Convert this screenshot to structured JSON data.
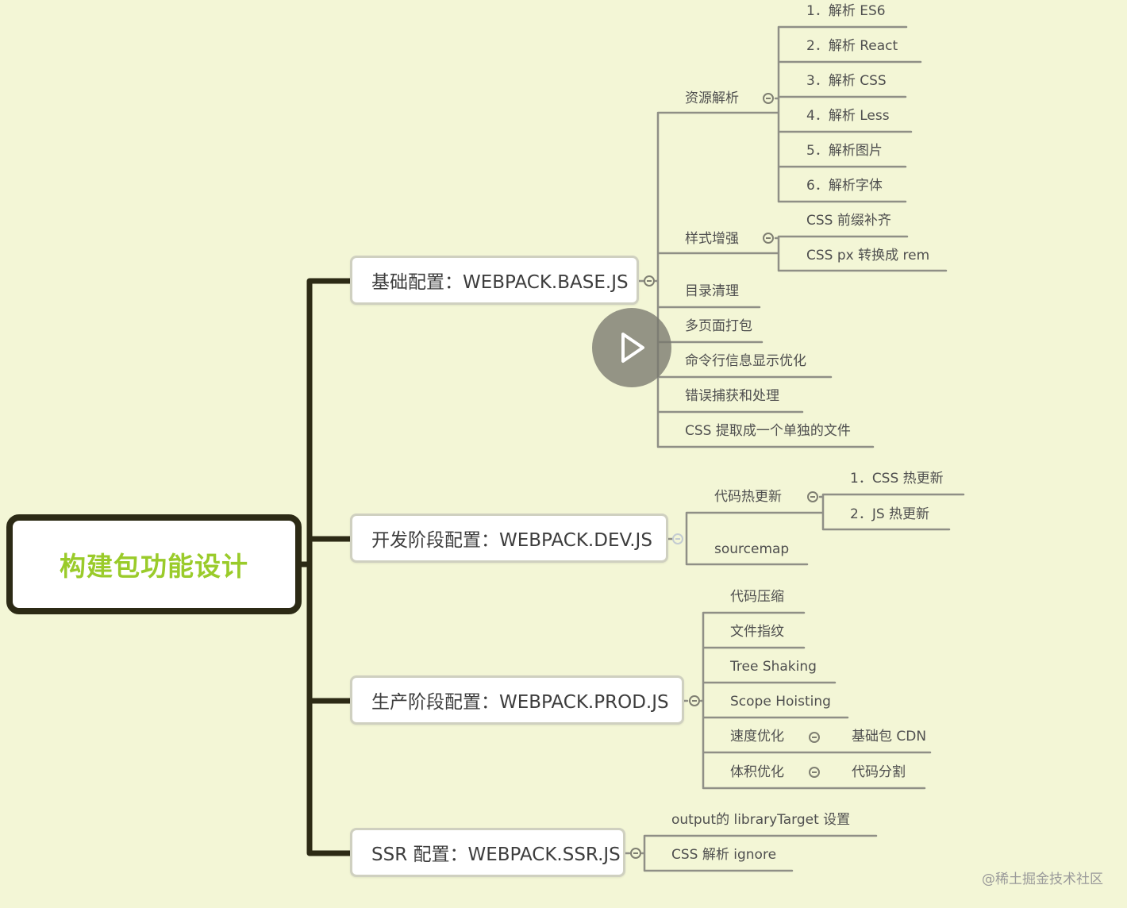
{
  "root": {
    "label": "构建包功能设计"
  },
  "branches": [
    {
      "label": "基础配置：WEBPACK.BASE.JS",
      "children": [
        {
          "label": "资源解析",
          "children": [
            "1．解析 ES6",
            "2．解析 React",
            "3．解析 CSS",
            "4．解析 Less",
            "5．解析图片",
            "6．解析字体"
          ]
        },
        {
          "label": "样式增强",
          "children": [
            "CSS 前缀补齐",
            "CSS px 转换成 rem"
          ]
        },
        {
          "label": "目录清理"
        },
        {
          "label": "多页面打包"
        },
        {
          "label": "命令行信息显示优化"
        },
        {
          "label": "错误捕获和处理"
        },
        {
          "label": "CSS 提取成一个单独的文件"
        }
      ]
    },
    {
      "label": "开发阶段配置：WEBPACK.DEV.JS",
      "children": [
        {
          "label": "代码热更新",
          "children": [
            "1．CSS 热更新",
            "2．JS 热更新"
          ]
        },
        {
          "label": "sourcemap"
        }
      ]
    },
    {
      "label": "生产阶段配置：WEBPACK.PROD.JS",
      "children": [
        {
          "label": "代码压缩"
        },
        {
          "label": "文件指纹"
        },
        {
          "label": "Tree Shaking"
        },
        {
          "label": "Scope Hoisting"
        },
        {
          "label": "速度优化",
          "children": [
            "基础包 CDN"
          ]
        },
        {
          "label": "体积优化",
          "children": [
            "代码分割"
          ]
        }
      ]
    },
    {
      "label": "SSR 配置：WEBPACK.SSR.JS",
      "children": [
        {
          "label": "output的 libraryTarget 设置"
        },
        {
          "label": "CSS 解析 ignore"
        }
      ]
    }
  ],
  "watermark": "@稀土掘金技术社区",
  "icons": {
    "play": "play-icon",
    "collapse": "collapse-icon"
  },
  "colors": {
    "background": "#f3f6d6",
    "root_text": "#9acb2a",
    "root_border": "#2c2a15",
    "trunk": "#2c2a15",
    "branch_line": "#8f8f86",
    "play_overlay": "#78786e"
  }
}
